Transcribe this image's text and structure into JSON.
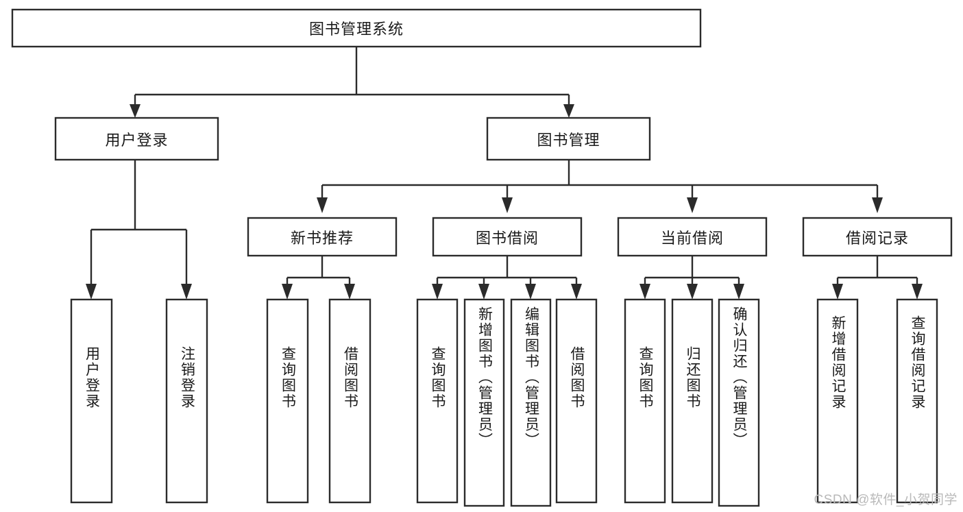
{
  "diagram": {
    "type": "tree",
    "title": "图书管理系统",
    "orientation": "top-down",
    "colors": {
      "box_fill": "#ffffff",
      "box_stroke": "#2b2b2b",
      "text": "#1a1a1a",
      "watermark": "#b9b9b9"
    },
    "root": {
      "label": "图书管理系统",
      "orientation": "horizontal"
    },
    "level2": [
      {
        "id": "user-login",
        "label": "用户登录",
        "orientation": "horizontal"
      },
      {
        "id": "book-manage",
        "label": "图书管理",
        "orientation": "horizontal"
      }
    ],
    "level3": [
      {
        "id": "new-book-recommend",
        "label": "新书推荐",
        "orientation": "horizontal"
      },
      {
        "id": "book-borrow",
        "label": "图书借阅",
        "orientation": "horizontal"
      },
      {
        "id": "current-borrow",
        "label": "当前借阅",
        "orientation": "horizontal"
      },
      {
        "id": "borrow-record",
        "label": "借阅记录",
        "orientation": "horizontal"
      }
    ],
    "leaves": [
      {
        "id": "leaf-user-login",
        "label": "用户登录",
        "parent": "user-login",
        "orientation": "vertical"
      },
      {
        "id": "leaf-logout",
        "label": "注销登录",
        "parent": "user-login",
        "orientation": "vertical"
      },
      {
        "id": "leaf-query-book-rec",
        "label": "查询图书",
        "parent": "new-book-recommend",
        "orientation": "vertical"
      },
      {
        "id": "leaf-borrow-book-rec",
        "label": "借阅图书",
        "parent": "new-book-recommend",
        "orientation": "vertical"
      },
      {
        "id": "leaf-query-book-borrow",
        "label": "查询图书",
        "parent": "book-borrow",
        "orientation": "vertical"
      },
      {
        "id": "leaf-add-book",
        "label": "新增图书（管理员）",
        "parent": "book-borrow",
        "orientation": "vertical"
      },
      {
        "id": "leaf-edit-book",
        "label": "编辑图书（管理员）",
        "parent": "book-borrow",
        "orientation": "vertical"
      },
      {
        "id": "leaf-borrow-book",
        "label": "借阅图书",
        "parent": "book-borrow",
        "orientation": "vertical"
      },
      {
        "id": "leaf-query-book-current",
        "label": "查询图书",
        "parent": "current-borrow",
        "orientation": "vertical"
      },
      {
        "id": "leaf-return-book",
        "label": "归还图书",
        "parent": "current-borrow",
        "orientation": "vertical"
      },
      {
        "id": "leaf-confirm-return",
        "label": "确认归还（管理员）",
        "parent": "current-borrow",
        "orientation": "vertical"
      },
      {
        "id": "leaf-add-record",
        "label": "新增借阅记录",
        "parent": "borrow-record",
        "orientation": "vertical"
      },
      {
        "id": "leaf-query-record",
        "label": "查询借阅记录",
        "parent": "borrow-record",
        "orientation": "vertical"
      }
    ]
  },
  "watermark": {
    "text": "CSDN @软件_小贺同学"
  }
}
